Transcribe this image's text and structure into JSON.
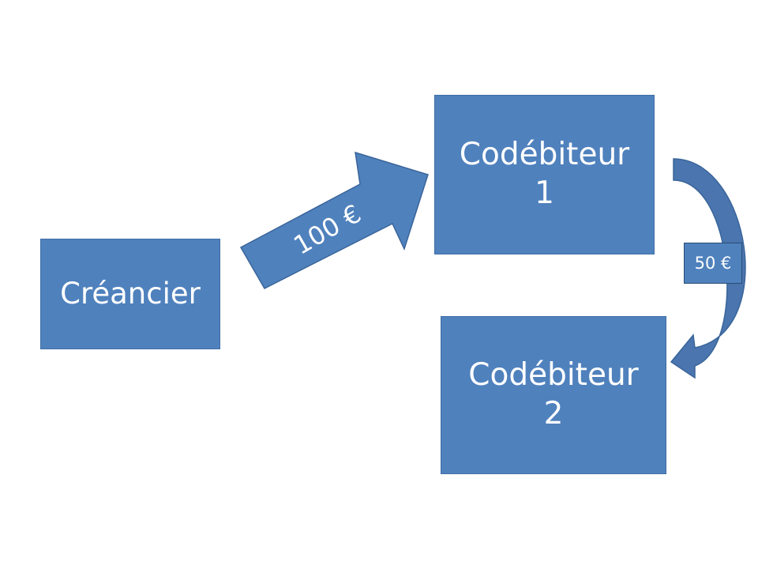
{
  "nodes": {
    "creancier": "Créancier",
    "codebiteur1": "Codébiteur\n1",
    "codebiteur2": "Codébiteur\n2"
  },
  "flows": {
    "creancier_to_codebiteur1": "100 €",
    "codebiteur1_to_codebiteur2": "50 €"
  },
  "colors": {
    "box_fill": "#4f81bd",
    "curved_arrow": "#4a75ae",
    "text": "#ffffff"
  }
}
